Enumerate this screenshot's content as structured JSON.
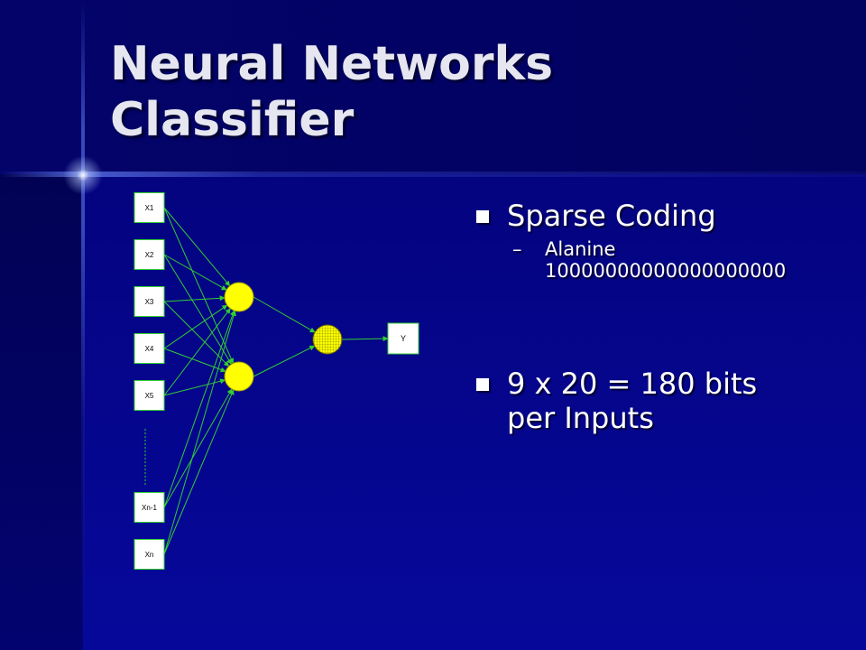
{
  "slide": {
    "title_line1": "Neural Networks",
    "title_line2": "Classifier"
  },
  "diagram": {
    "inputs": [
      "X1",
      "X2",
      "X3",
      "X4",
      "X5",
      "Xn-1",
      "Xn"
    ],
    "output": "Y",
    "colors": {
      "node_fill": "#ffff00",
      "connection": "#33cc33",
      "box_fill": "#ffffff"
    }
  },
  "bullets": {
    "item1": {
      "text": "Sparse Coding",
      "sub_dash": "–",
      "sub_line1": "Alanine",
      "sub_line2": "10000000000000000000"
    },
    "item2": {
      "line1": "9 x 20 = 180 bits",
      "line2": "per Inputs"
    }
  }
}
